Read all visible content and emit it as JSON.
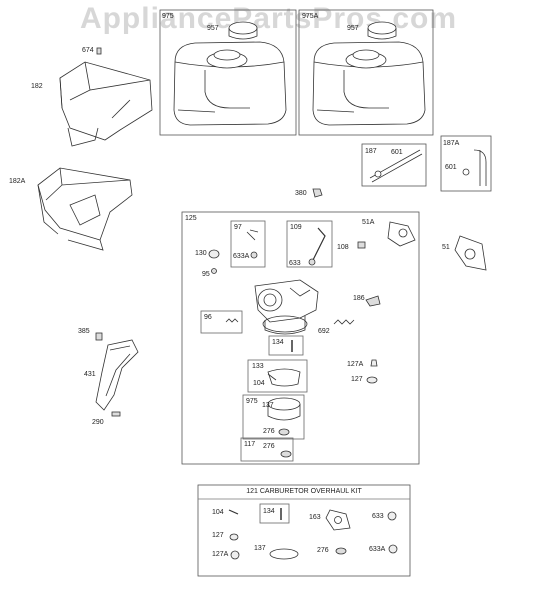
{
  "watermark": "AppliancePartsPros.com",
  "parts": {
    "p674": "674",
    "p182": "182",
    "p182A": "182A",
    "p975": "975",
    "p975A": "975A",
    "p957": "957",
    "p957b": "957",
    "p187": "187",
    "p187A": "187A",
    "p601": "601",
    "p601b": "601",
    "p380": "380",
    "p125": "125",
    "p97": "97",
    "p109": "109",
    "p51A": "51A",
    "p51": "51",
    "p130": "130",
    "p633A": "633A",
    "p633": "633",
    "p108": "108",
    "p95": "95",
    "p186": "186",
    "p96": "96",
    "p692": "692",
    "p385": "385",
    "p134": "134",
    "p133": "133",
    "p104": "104",
    "p127A": "127A",
    "p127": "127",
    "p431": "431",
    "p975b": "975",
    "p137": "137",
    "p276": "276",
    "p290": "290",
    "p117": "117",
    "p276b": "276"
  },
  "kit": {
    "title": "121 CARBURETOR OVERHAUL KIT",
    "k104": "104",
    "k134": "134",
    "k163": "163",
    "k633": "633",
    "k127": "127",
    "k127A": "127A",
    "k137": "137",
    "k276": "276",
    "k633A": "633A"
  }
}
